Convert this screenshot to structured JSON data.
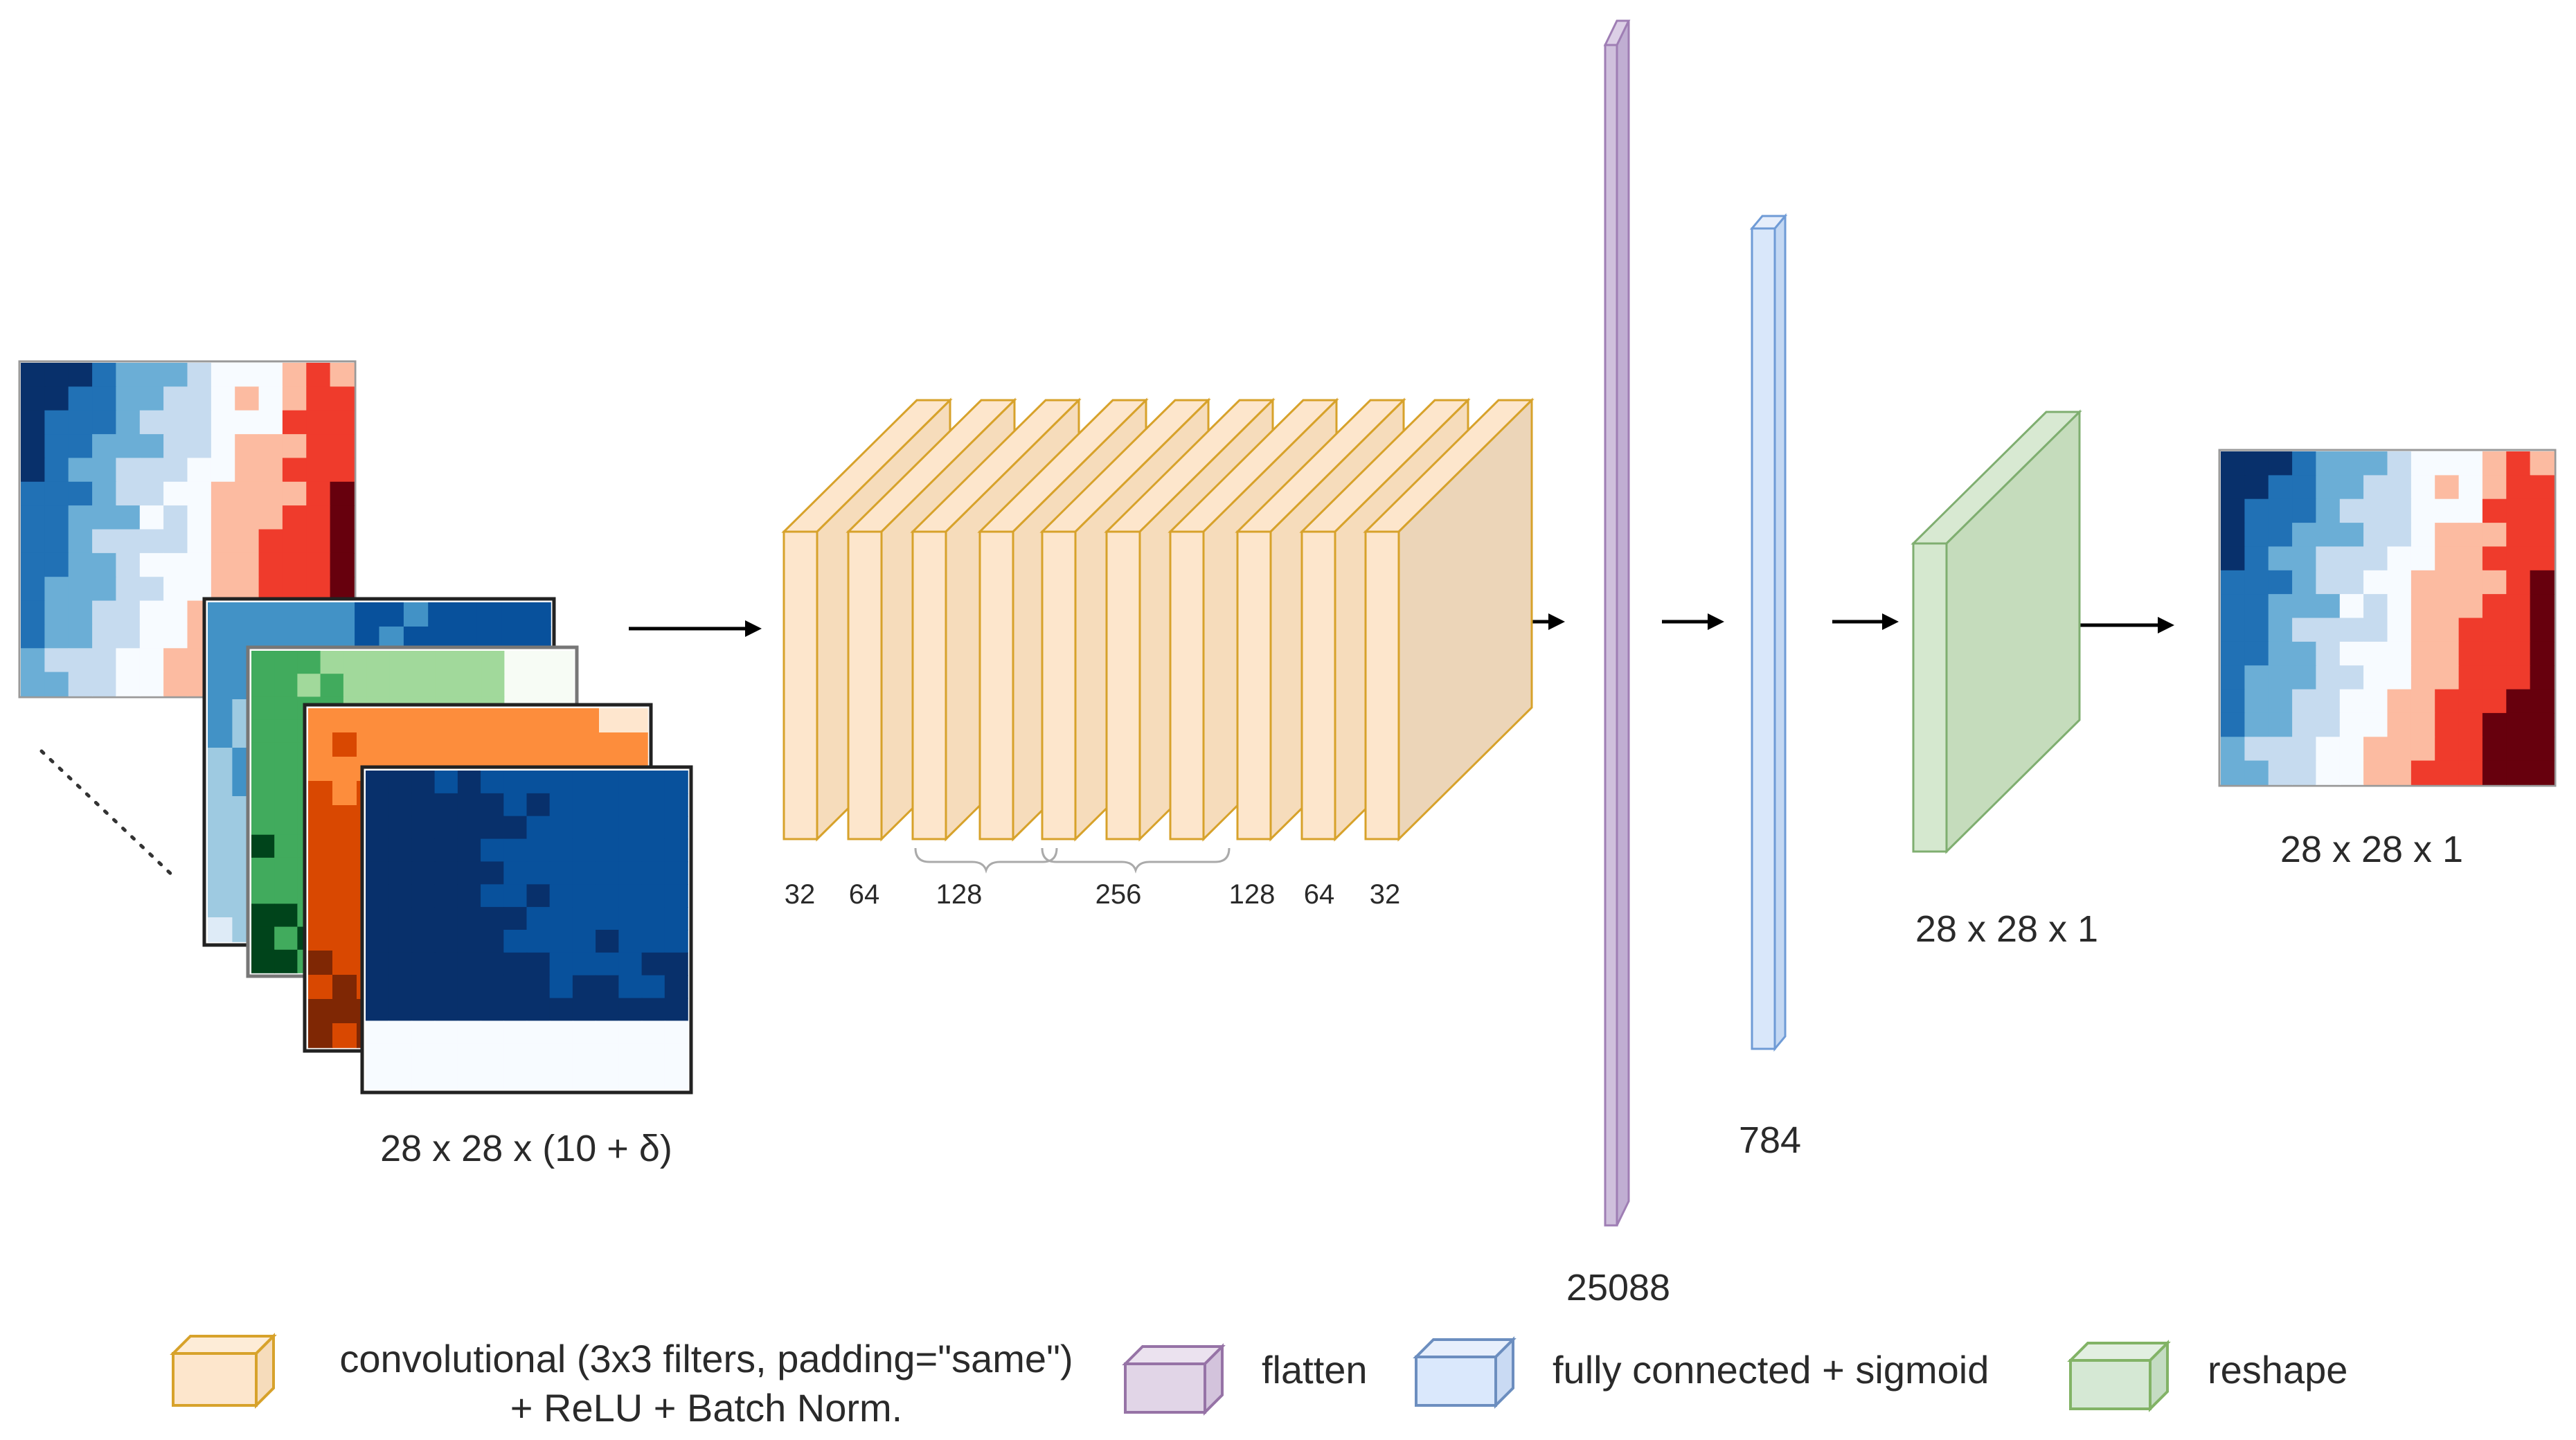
{
  "input": {
    "dims_label": "28 x 28 x (10 + δ)",
    "maps": [
      {
        "name": "primary-map",
        "palette": [
          "#08306b",
          "#2171b5",
          "#6baed6",
          "#c6dbef",
          "#f7fbff",
          "#fcbba1",
          "#ef3b2c",
          "#67000d"
        ]
      },
      {
        "name": "blue-map",
        "palette": [
          "#08519c",
          "#4292c6",
          "#9ecae1",
          "#deebf7"
        ]
      },
      {
        "name": "green-map",
        "palette": [
          "#00441b",
          "#41ab5d",
          "#a1d99b",
          "#f7fcf5"
        ]
      },
      {
        "name": "orange-map",
        "palette": [
          "#7f2704",
          "#d94801",
          "#fd8d3c",
          "#fee6ce"
        ]
      },
      {
        "name": "dark-blue-map",
        "palette": [
          "#08306b",
          "#08519c",
          "#3f7fb8",
          "#f7fbff"
        ]
      }
    ]
  },
  "conv_block": {
    "filter_labels": [
      "32",
      "64",
      "128",
      "256",
      "128",
      "64",
      "32"
    ],
    "colors": {
      "face": "#fde6cc",
      "side": "#f6dcbb",
      "edge": "#d7a22b",
      "last_side": "#ecd5b8"
    }
  },
  "flatten": {
    "label": "25088",
    "color": "#cfc0dc",
    "edge": "#9f7eb4"
  },
  "dense": {
    "label": "784",
    "color": "#d9e7fa",
    "edge": "#6f9bd6"
  },
  "reshape": {
    "label": "28 x 28 x 1",
    "color": "#c5dcbc",
    "edge": "#7fae70"
  },
  "output": {
    "dims_label": "28 x 28 x 1"
  },
  "legend": [
    {
      "id": "conv",
      "line1": "convolutional (3x3 filters, padding=\"same\")",
      "line2": "+ ReLU + Batch Norm.",
      "color": "#fde6cc",
      "edge": "#d7a22b"
    },
    {
      "id": "flatten",
      "line1": "flatten",
      "color": "#e1d5e7",
      "edge": "#9673a6"
    },
    {
      "id": "dense",
      "line1": "fully connected + sigmoid",
      "color": "#dae8fc",
      "edge": "#6c8ebf"
    },
    {
      "id": "reshape",
      "line1": "reshape",
      "color": "#d5e8d4",
      "edge": "#82b366"
    }
  ]
}
